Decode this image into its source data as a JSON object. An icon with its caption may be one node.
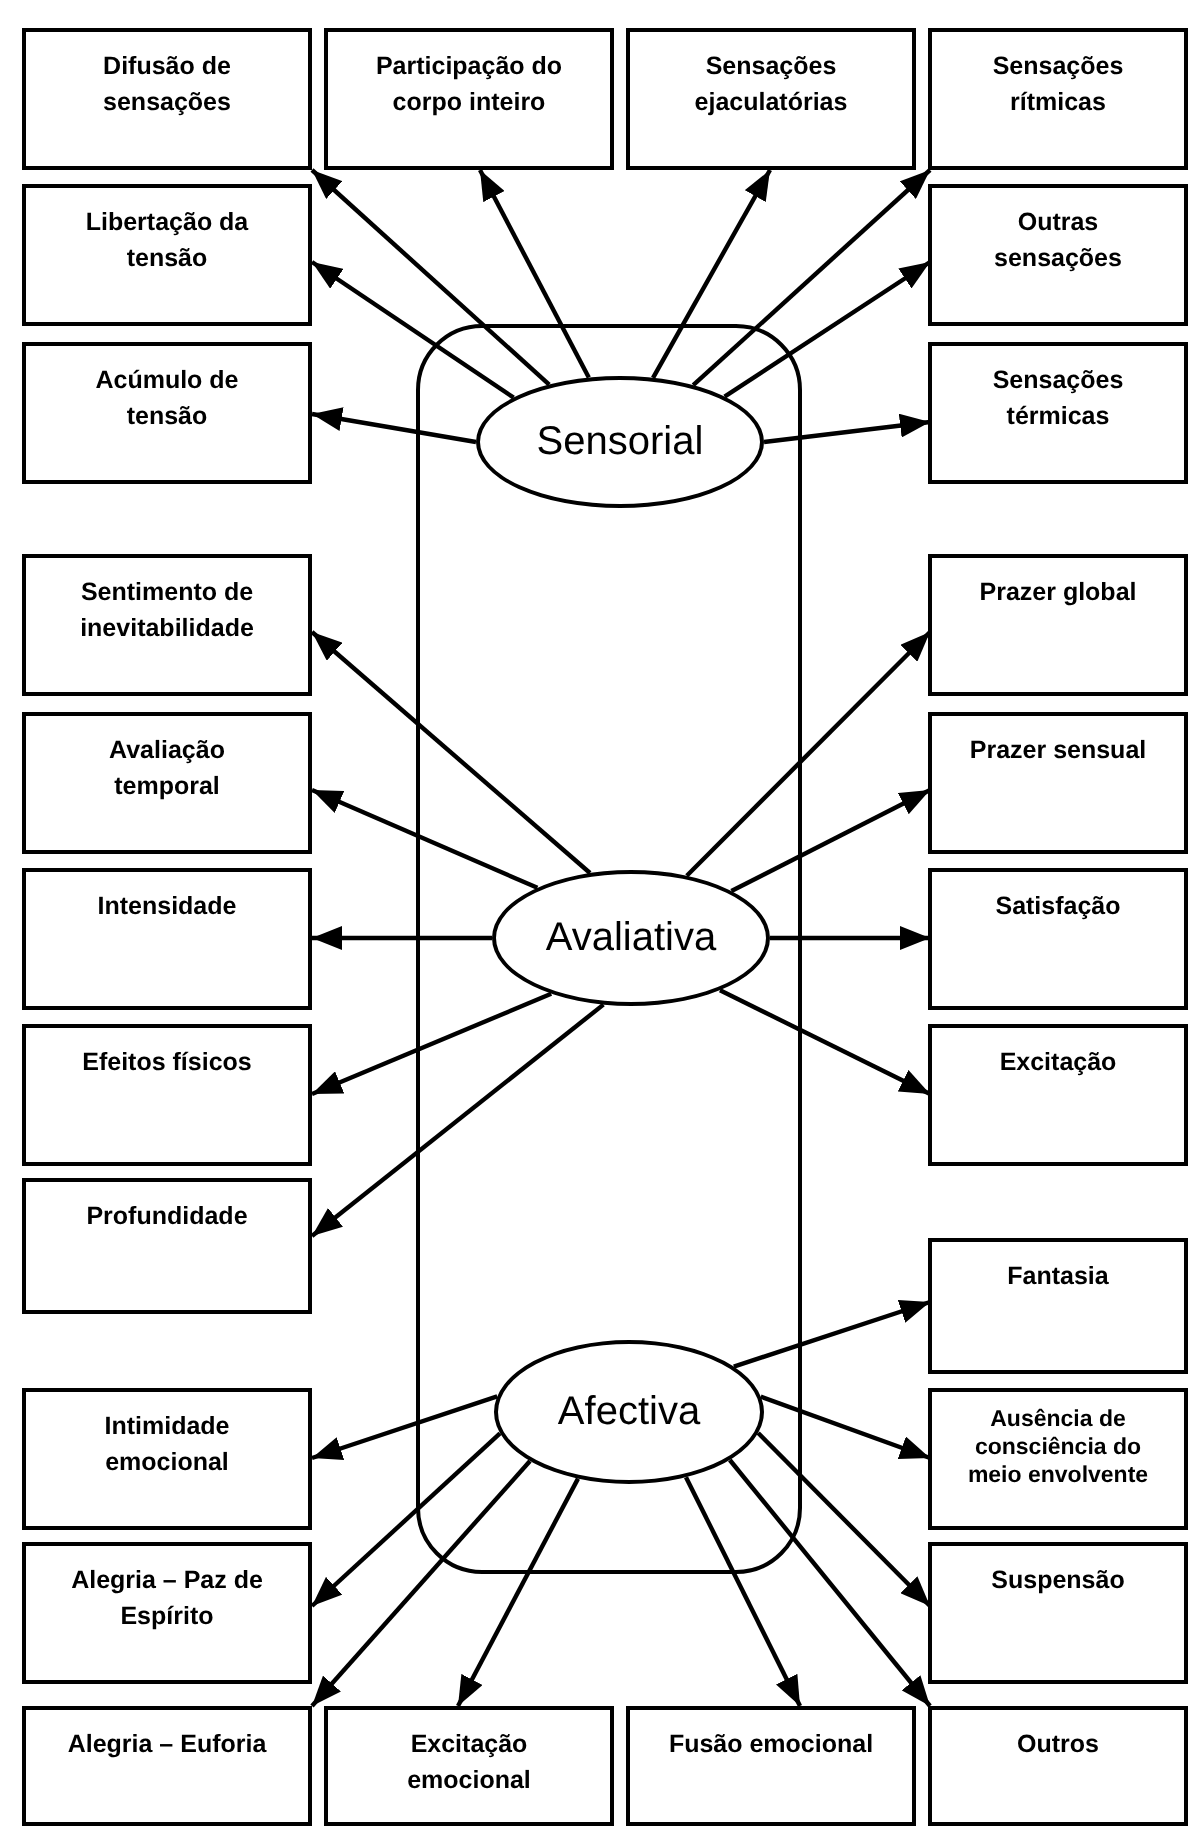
{
  "diagram": {
    "nodes": [
      {
        "text": [
          "Difusão de sensações"
        ]
      },
      {
        "text": [
          "Participação do corpo inteiro"
        ]
      },
      {
        "text": [
          "Sensações ejaculatórias"
        ]
      },
      {
        "text": [
          "Sensações rítmicas"
        ]
      },
      {
        "text": [
          "Libertação da tensão"
        ]
      },
      {
        "text": [
          "Outras sensações"
        ]
      },
      {
        "text": [
          "Acúmulo de tensão"
        ]
      },
      {
        "text": [
          "Sensorial"
        ]
      },
      {
        "text": [
          "Sensações térmicas"
        ]
      },
      {
        "text": [
          "Sentimento de inevitabilidade"
        ]
      },
      {
        "text": [
          "Prazer global"
        ]
      },
      {
        "text": [
          "Avaliação temporal"
        ]
      },
      {
        "text": [
          "Prazer sensual"
        ]
      },
      {
        "text": [
          "Intensidade"
        ]
      },
      {
        "text": [
          "Avaliativa"
        ]
      },
      {
        "text": [
          "Satisfação"
        ]
      },
      {
        "text": [
          "Efeitos físicos"
        ]
      },
      {
        "text": [
          "Excitação"
        ]
      },
      {
        "text": [
          "Profundidade"
        ]
      },
      {
        "text": [
          "Fantasia"
        ]
      },
      {
        "text": [
          "Afectiva"
        ]
      },
      {
        "text": [
          "Intimidade emocional"
        ]
      },
      {
        "text": [
          "Ausência de consciência do meio envolvente"
        ]
      },
      {
        "text": [
          "Alegria – Paz de Espírito"
        ]
      },
      {
        "text": [
          "Suspensão"
        ]
      },
      {
        "text": [
          "Alegria – Euforia"
        ]
      },
      {
        "text": [
          "Excitação emocional"
        ]
      },
      {
        "text": [
          "Fusão emocional"
        ]
      },
      {
        "text": [
          "Outros"
        ]
      }
    ],
    "edges": [
      {
        "from": 7,
        "to": 0,
        "arrow": "to"
      },
      {
        "from": 7,
        "to": 1,
        "arrow": "to"
      },
      {
        "from": 7,
        "to": 2,
        "arrow": "to"
      },
      {
        "from": 7,
        "to": 3,
        "arrow": "to"
      },
      {
        "from": 7,
        "to": 4,
        "arrow": "to"
      },
      {
        "from": 7,
        "to": 5,
        "arrow": "to"
      },
      {
        "from": 7,
        "to": 6,
        "arrow": "to"
      },
      {
        "from": 7,
        "to": 8,
        "arrow": "to"
      },
      {
        "from": 14,
        "to": 9,
        "arrow": "to"
      },
      {
        "from": 14,
        "to": 10,
        "arrow": "to"
      },
      {
        "from": 14,
        "to": 11,
        "arrow": "to"
      },
      {
        "from": 14,
        "to": 12,
        "arrow": "to"
      },
      {
        "from": 14,
        "to": 13,
        "arrow": "to"
      },
      {
        "from": 14,
        "to": 15,
        "arrow": "to"
      },
      {
        "from": 14,
        "to": 16,
        "arrow": "to"
      },
      {
        "from": 14,
        "to": 17,
        "arrow": "to"
      },
      {
        "from": 14,
        "to": 18,
        "arrow": "to"
      },
      {
        "from": 20,
        "to": 19,
        "arrow": "to"
      },
      {
        "from": 20,
        "to": 21,
        "arrow": "to"
      },
      {
        "from": 20,
        "to": 22,
        "arrow": "to"
      },
      {
        "from": 20,
        "to": 23,
        "arrow": "to"
      },
      {
        "from": 20,
        "to": 24,
        "arrow": "to"
      },
      {
        "from": 20,
        "to": 25,
        "arrow": "to"
      },
      {
        "from": 20,
        "to": 26,
        "arrow": "to"
      },
      {
        "from": 20,
        "to": 27,
        "arrow": "to"
      },
      {
        "from": 20,
        "to": 28,
        "arrow": "to"
      }
    ]
  }
}
